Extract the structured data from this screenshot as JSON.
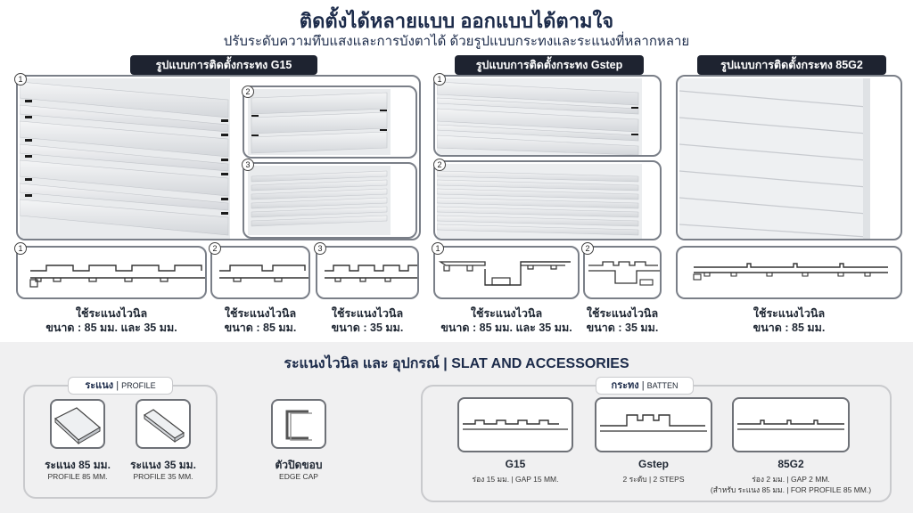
{
  "header": {
    "title": "ติดตั้งได้หลายแบบ ออกแบบได้ตามใจ",
    "subtitle": "ปรับระดับความทึบแสงและการบังตาได้ ด้วยรูปแบบกระทงและระแนงที่หลากหลาย"
  },
  "sections": {
    "g15": {
      "pill": "รูปแบบการติดตั้งกระทง G15",
      "captions": [
        {
          "line1": "ใช้ระแนงไวนิล",
          "line2": "ขนาด : 85 มม. และ 35 มม."
        },
        {
          "line1": "ใช้ระแนงไวนิล",
          "line2": "ขนาด : 85 มม."
        },
        {
          "line1": "ใช้ระแนงไวนิล",
          "line2": "ขนาด : 35 มม."
        }
      ]
    },
    "gstep": {
      "pill": "รูปแบบการติดตั้งกระทง Gstep",
      "captions": [
        {
          "line1": "ใช้ระแนงไวนิล",
          "line2": "ขนาด : 85 มม. และ 35 มม."
        },
        {
          "line1": "ใช้ระแนงไวนิล",
          "line2": "ขนาด : 35 มม."
        }
      ]
    },
    "g85": {
      "pill": "รูปแบบการติดตั้งกระทง 85G2",
      "captions": [
        {
          "line1": "ใช้ระแนงไวนิล",
          "line2": "ขนาด : 85 มม."
        }
      ]
    }
  },
  "numbers": [
    "1",
    "2",
    "3"
  ],
  "accessories": {
    "title": "ระแนงไวนิล และ อุปกรณ์ | SLAT AND ACCESSORIES",
    "profile_tag": {
      "th": "ระแนง",
      "en": "PROFILE"
    },
    "batten_tag": {
      "th": "กระทง",
      "en": "BATTEN"
    },
    "profile85": {
      "th": "ระแนง 85 มม.",
      "en": "PROFILE 85 MM."
    },
    "profile35": {
      "th": "ระแนง 35 มม.",
      "en": "PROFILE 35 MM."
    },
    "edgecap": {
      "th": "ตัวปิดขอบ",
      "en": "EDGE CAP"
    },
    "g15": {
      "name": "G15",
      "desc": "ร่อง 15 มม. | GAP 15 MM."
    },
    "gstep": {
      "name": "Gstep",
      "desc": "2 ระดับ | 2 STEPS"
    },
    "g85": {
      "name": "85G2",
      "desc": "ร่อง 2 มม. | GAP 2 MM.",
      "note": "(สำหรับ ระแนง 85 มม. | FOR PROFILE 85 MM.)"
    }
  },
  "colors": {
    "navy": "#1c2b4a",
    "pill": "#1e2330",
    "panel_border": "#7a7f88",
    "bottom_bg": "#f0f0f1"
  }
}
